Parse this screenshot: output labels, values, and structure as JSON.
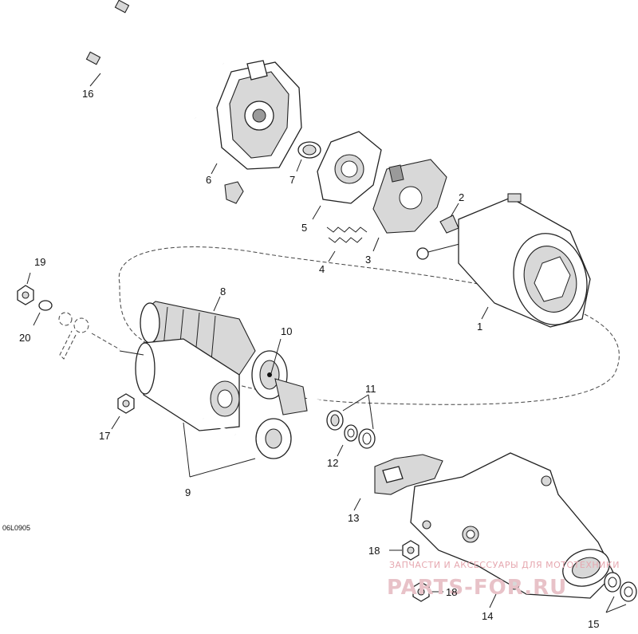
{
  "diagram": {
    "reference_code": "06L0905",
    "callouts": [
      "1",
      "2",
      "3",
      "4",
      "5",
      "6",
      "7",
      "8",
      "9",
      "10",
      "11",
      "12",
      "13",
      "14",
      "15",
      "16",
      "17",
      "18",
      "18",
      "19",
      "20"
    ],
    "watermark": {
      "line1": "ЗАПЧАСТИ И АКСЕССУАРЫ ДЛЯ МОТОТЕХНИКИ",
      "line2": "PARTS-FOR.RU"
    }
  }
}
